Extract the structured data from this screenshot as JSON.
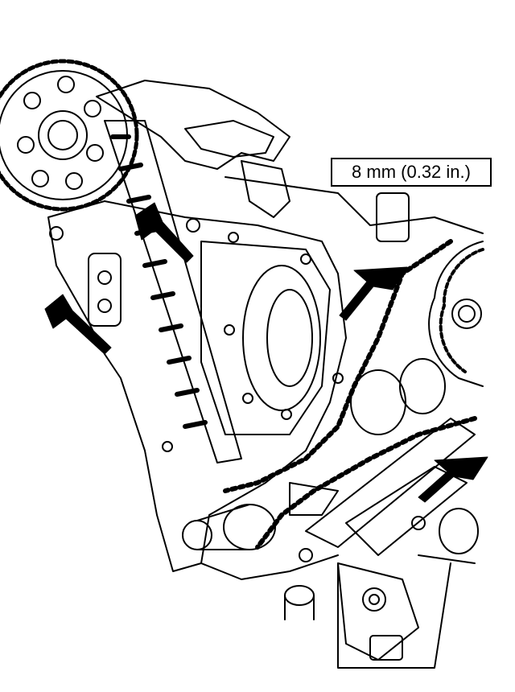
{
  "callout": {
    "text": "8 mm (0.32 in.)"
  },
  "figure_id": "",
  "colors": {
    "line": "#000000",
    "background": "#ffffff"
  },
  "arrows": [
    "left-gasket-arrow",
    "upper-guide-arrow",
    "center-cover-arrow",
    "lower-right-arrow"
  ]
}
